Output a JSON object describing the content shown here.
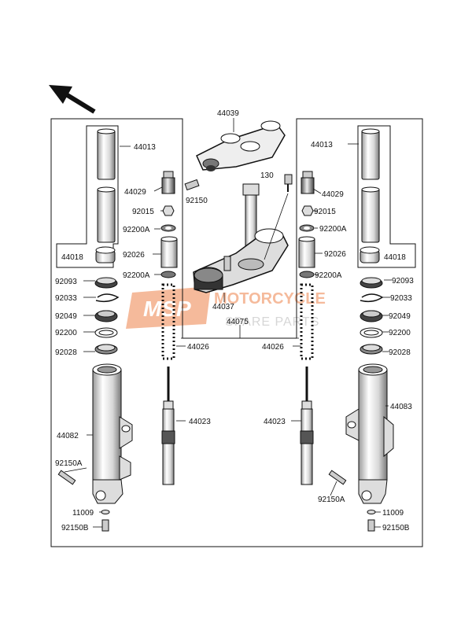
{
  "colors": {
    "line": "#111111",
    "part_fill": "#ffffff",
    "part_shade": "#cfcfcf",
    "watermark_brand": "#f2a37a",
    "watermark_text": "#c9c9c9"
  },
  "watermark": {
    "logo_text": "MSP",
    "line1": "MOTORCYCLE",
    "line2": "SPARE PARTS"
  },
  "parts": {
    "top_bracket": "44039",
    "screw_130": "130",
    "bolt_92150_top": "92150",
    "stem_bracket": "44037",
    "spring_set_left": "44026",
    "spring_set_right": "44026",
    "spring_set_group": "44075",
    "outer_tube_left": "44013",
    "outer_tube_right": "44013",
    "bushing_left": "44018",
    "bushing_right": "44018",
    "cap_left": "44029",
    "cap_right": "44029",
    "nut_left": "92015",
    "nut_right": "92015",
    "washer_upper_left": "92200A",
    "washer_upper_right": "92200A",
    "spacer_left": "92026",
    "spacer_right": "92026",
    "washer_lower_left": "92200A",
    "washer_lower_right": "92200A",
    "seal_left": "92093",
    "seal_right": "92093",
    "clip_left": "92033",
    "clip_right": "92033",
    "oil_seal_left": "92049",
    "oil_seal_right": "92049",
    "washer_left": "92200",
    "washer_right": "92200",
    "dust_seal_left": "92028",
    "dust_seal_right": "92028",
    "cylinder_left": "44023",
    "cylinder_right": "44023",
    "fork_left": "44082",
    "fork_right": "44083",
    "bolt_left": "92150A",
    "bolt_right": "92150A",
    "gasket_left": "11009",
    "gasket_right": "11009",
    "drain_bolt_left": "92150B",
    "drain_bolt_right": "92150B"
  }
}
